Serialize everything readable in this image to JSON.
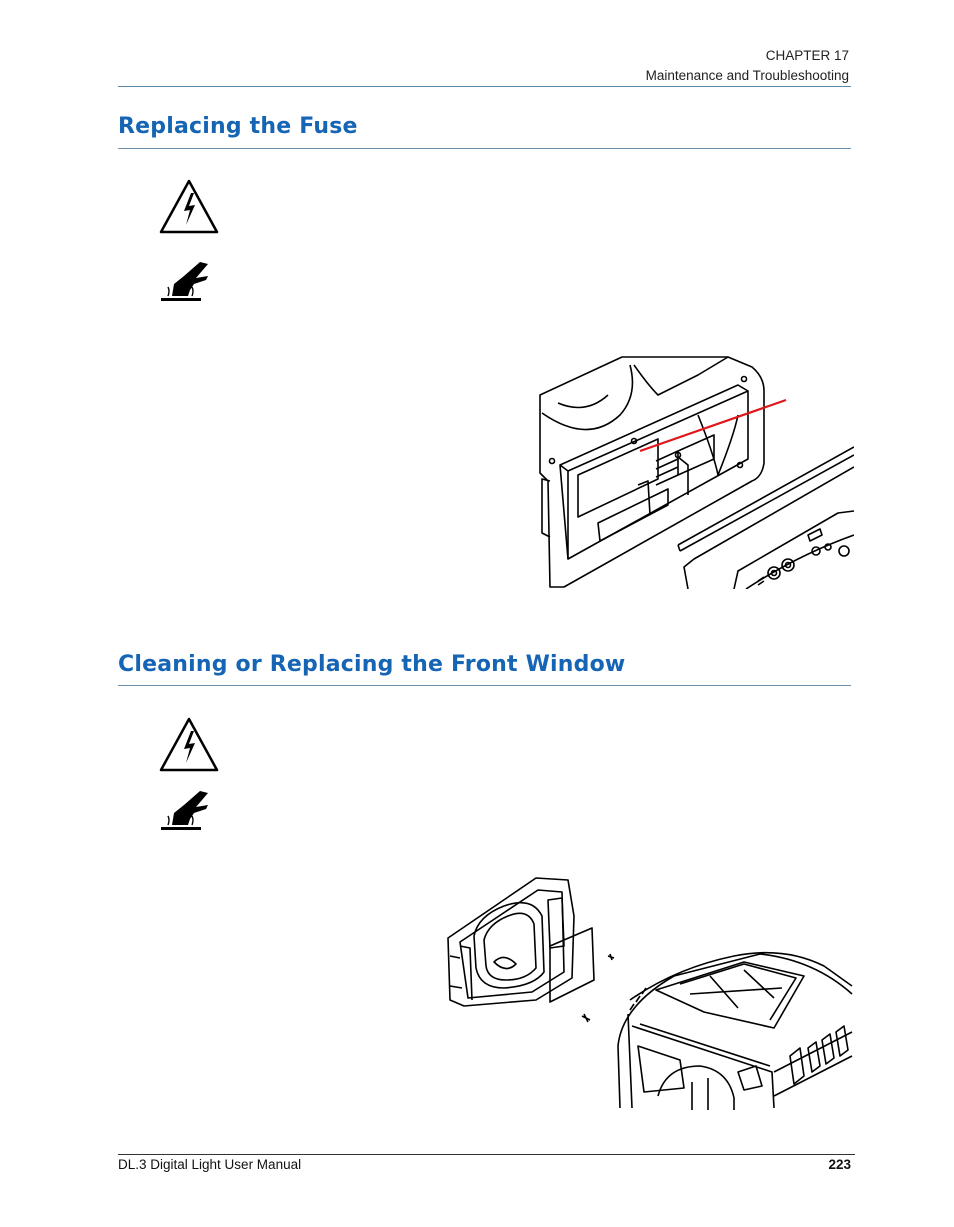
{
  "header": {
    "chapter": "CHAPTER 17",
    "chapter_title": "Maintenance and Troubleshooting"
  },
  "sections": [
    {
      "title": "Replacing the Fuse"
    },
    {
      "title": "Cleaning or Replacing the Front Window"
    }
  ],
  "icons": {
    "shock": "electric-shock-warning-icon",
    "hot": "hot-surface-warning-icon"
  },
  "colors": {
    "heading": "#1565b4",
    "rule": "#6d8fae",
    "callout": "#e0161b"
  },
  "footer": {
    "manual": "DL.3 Digital Light User Manual",
    "page_number": "223"
  }
}
